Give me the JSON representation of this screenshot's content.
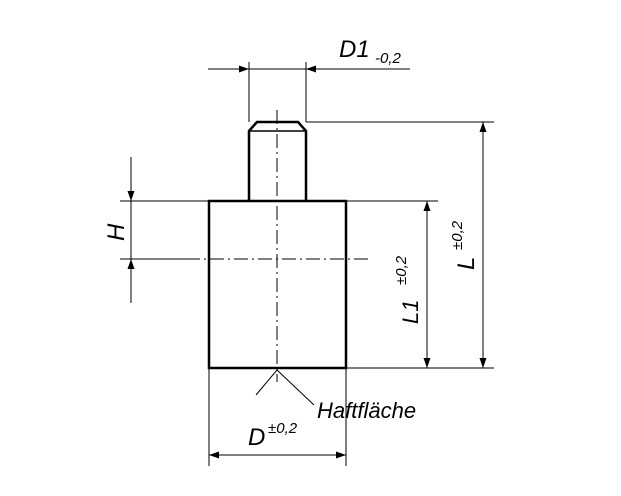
{
  "labels": {
    "d1": "D1",
    "d1_tol": "-0,2",
    "h": "H",
    "l1": "L1",
    "l1_tol": "±0,2",
    "l": "L",
    "l_tol": "±0,2",
    "haftflaeche": "Haftfläche",
    "d": "D",
    "d_tol": "±0,2"
  }
}
